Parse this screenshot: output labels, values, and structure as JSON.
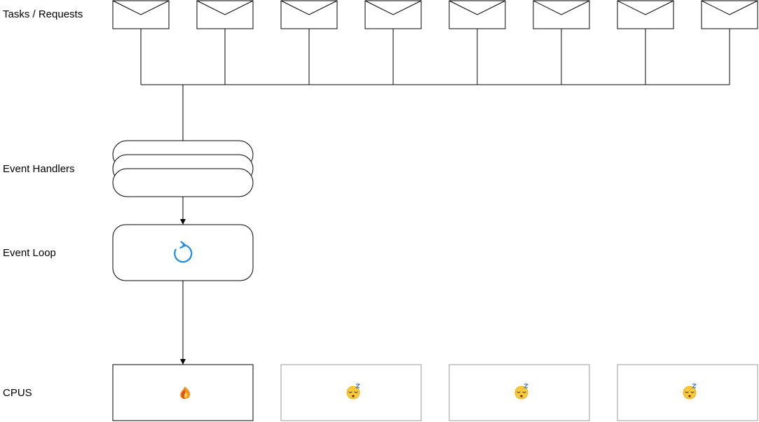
{
  "labels": {
    "tasks": "Tasks / Requests",
    "handlers": "Event Handlers",
    "loop": "Event Loop",
    "cpus": "CPUS"
  },
  "tasks": {
    "count": 8,
    "icon": "envelope-icon"
  },
  "event_handlers": {
    "count": 3
  },
  "event_loop": {
    "icon": "refresh-icon",
    "icon_color": "#1a8ce6"
  },
  "cpus": [
    {
      "state": "busy",
      "icon": "fire-icon",
      "border_color": "#000000"
    },
    {
      "state": "idle",
      "icon": "sleeping-face-icon",
      "border_color": "#999999"
    },
    {
      "state": "idle",
      "icon": "sleeping-face-icon",
      "border_color": "#999999"
    },
    {
      "state": "idle",
      "icon": "sleeping-face-icon",
      "border_color": "#999999"
    }
  ]
}
